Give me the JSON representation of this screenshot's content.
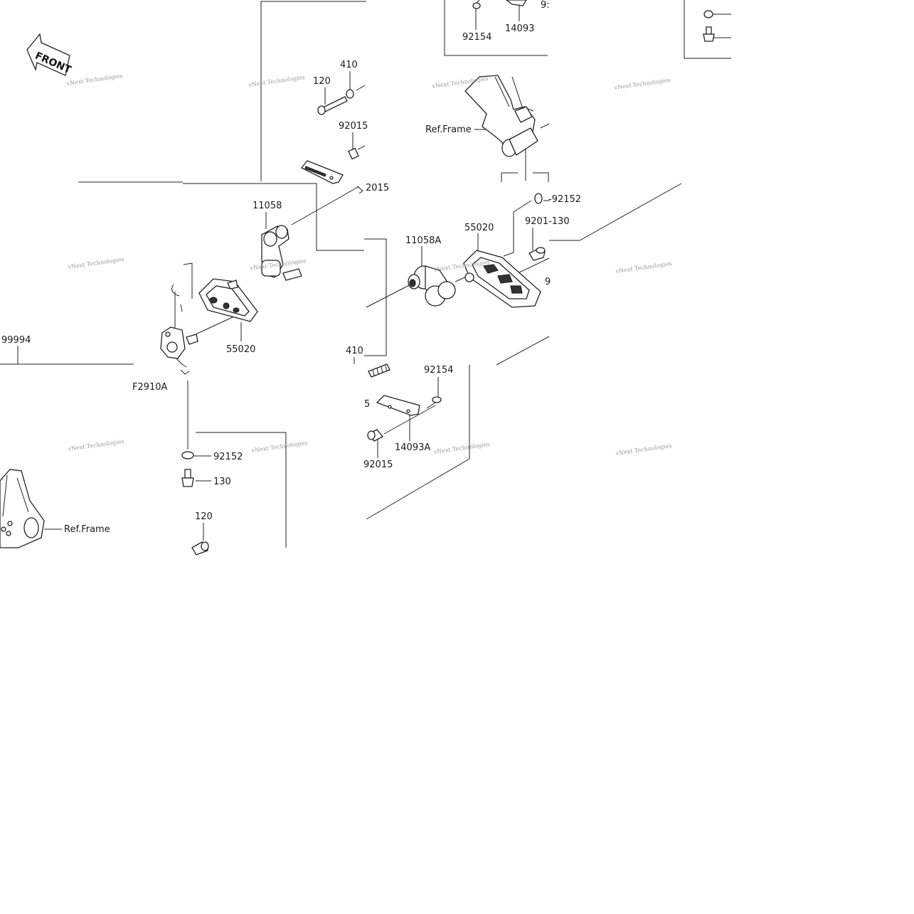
{
  "diagram": {
    "front_label": "FRONT",
    "watermark": "vNext Technologies",
    "labels": {
      "p410_top": "410",
      "p120_top": "120",
      "p92015_top": "92015",
      "p92015_mid": "2015",
      "p11058": "11058",
      "p55020_left": "55020",
      "p99994": "99994",
      "pF2910A": "F2910A",
      "p92152_left": "92152",
      "p130_left": "130",
      "p120_bottom": "120",
      "pRefFrame_bottom": "Ref.Frame",
      "p92154_top": "92154",
      "p14093_top": "14093",
      "p92_cut": "9:",
      "pRefFrame_top": "Ref.Frame",
      "p92152_right": "-92152",
      "p9201_130": "9201-130",
      "p55020_right": "55020",
      "p11058A": "11058A",
      "p410_mid": "410",
      "p92154_mid": "92154",
      "p14093A": "14093A",
      "p92015_bottom": "92015",
      "p5_cut": "5",
      "p9_cut": "9"
    }
  },
  "colors": {
    "line": "#222222",
    "watermark": "#9a9a9a",
    "background": "#ffffff"
  }
}
